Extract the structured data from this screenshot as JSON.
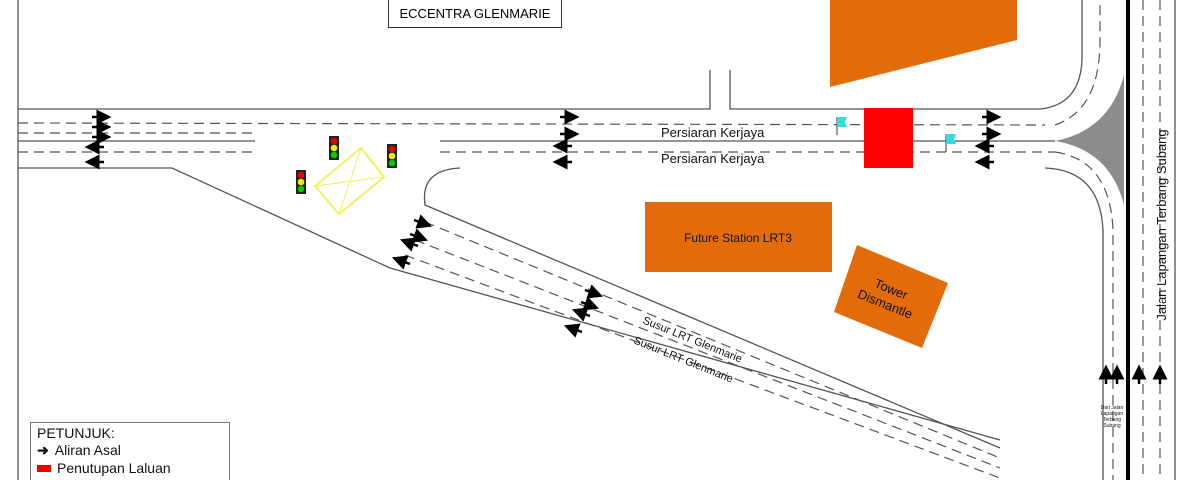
{
  "labels": {
    "eccentra": "ECCENTRA GLENMARIE",
    "road_main_upper": "Persiaran Kerjaya",
    "road_main_lower": "Persiaran Kerjaya",
    "future_station": "Future Station LRT3",
    "tower_line1": "Tower",
    "tower_line2": "Dismantle",
    "ramp_upper": "Susur LRT Glenmarie",
    "ramp_lower": "Susur LRT Glenmarie",
    "jalan_lapangan": "Jalan Lapangan Terbang Subang",
    "from_lapangan": [
      "Dari Jalan",
      "Lapangan",
      "Terbang",
      "Subang"
    ]
  },
  "legend": {
    "title": "PETUNJUK:",
    "items": [
      {
        "label": "Aliran Asal",
        "icon": "arrow-right-icon"
      },
      {
        "label": "Penutupan Laluan",
        "icon": "red-closure-swatch"
      }
    ]
  },
  "colors": {
    "building": "#e36c0a",
    "closure": "#ff0000",
    "flag": "#33dddd",
    "island": "#8c8c8c",
    "worksite": "#f0f060"
  }
}
